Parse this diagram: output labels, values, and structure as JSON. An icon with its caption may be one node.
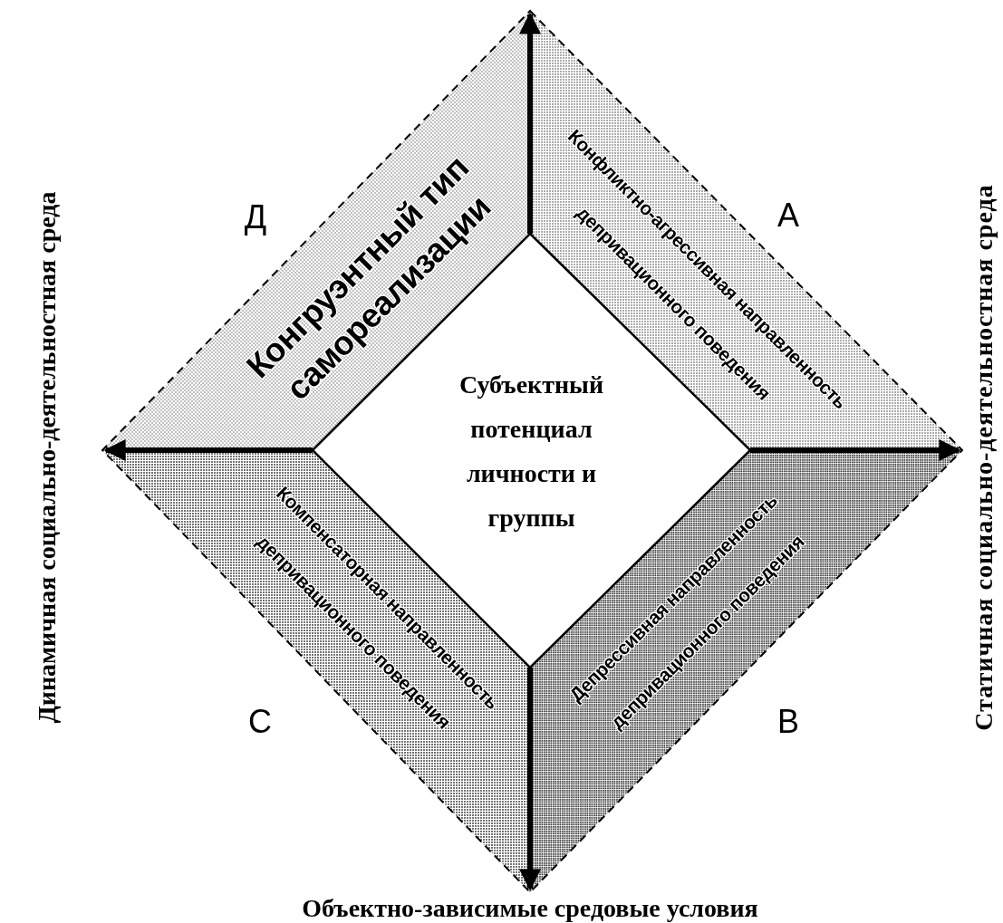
{
  "diagram": {
    "nodes": [
      {
        "text": [
          "Конгруэнтный тип самореализации",
          "Д"
        ]
      },
      {
        "text": [
          "Конфликтно-агрессивная направленность депривационного поведения",
          "А"
        ]
      },
      {
        "text": [
          "Субъектный потенциал личности и группы"
        ]
      },
      {
        "text": [
          "Компенсаторная направленность депривационного поведения",
          "С"
        ]
      },
      {
        "text": [
          "Депрессивная направленность депривационного поведения",
          "В"
        ]
      }
    ],
    "labels": [
      "Динамичная социально-деятельностная среда",
      "Статичная социально-деятельностная среда",
      "Объектно-зависимые средовые условия"
    ]
  }
}
